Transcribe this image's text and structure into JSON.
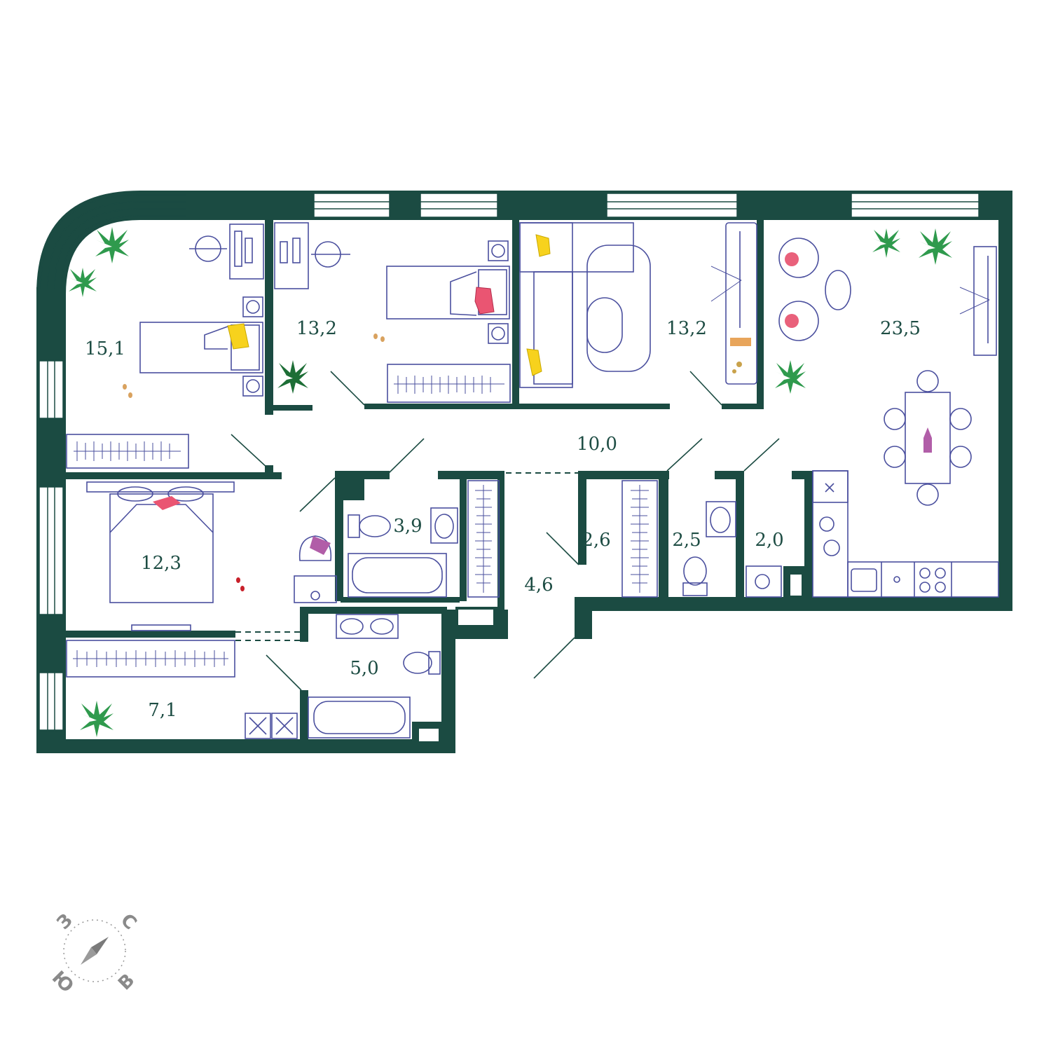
{
  "floor_plan": {
    "rooms": [
      {
        "id": "bedroom-1",
        "area": "15,1"
      },
      {
        "id": "bedroom-2",
        "area": "13,2"
      },
      {
        "id": "bedroom-3",
        "area": "13,2"
      },
      {
        "id": "living-kitchen",
        "area": "23,5"
      },
      {
        "id": "hall",
        "area": "10,0"
      },
      {
        "id": "master-bedroom",
        "area": "12,3"
      },
      {
        "id": "bathroom-1",
        "area": "3,9"
      },
      {
        "id": "corridor",
        "area": "4,6"
      },
      {
        "id": "wardrobe",
        "area": "2,6"
      },
      {
        "id": "wc",
        "area": "2,5"
      },
      {
        "id": "laundry",
        "area": "2,0"
      },
      {
        "id": "bathroom-2",
        "area": "5,0"
      },
      {
        "id": "dressing-room",
        "area": "7,1"
      }
    ]
  },
  "compass": {
    "north": "С",
    "west": "З",
    "south": "Ю",
    "east": "В"
  },
  "colors": {
    "walls": "#1b4b42",
    "furniture": "#4a4f9e",
    "labels": "#1e4d44",
    "plants": "#2f9a4d"
  }
}
